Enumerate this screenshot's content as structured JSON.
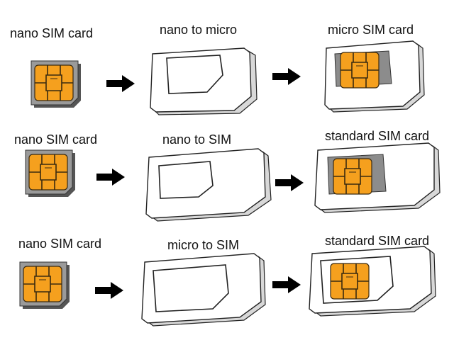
{
  "rows": [
    {
      "source_label": "nano SIM card",
      "adapter_label": "nano to micro",
      "result_label": "micro SIM card"
    },
    {
      "source_label": "nano SIM card",
      "adapter_label": "nano to SIM",
      "result_label": "standard SIM card"
    },
    {
      "source_label": "nano SIM card",
      "adapter_label": "micro to SIM",
      "result_label": "standard SIM card"
    }
  ],
  "colors": {
    "chip": "#f5a01e",
    "chip_contact_line": "#6b4a12",
    "card_fill": "#ffffff",
    "card_shadow": "#d8d8d8",
    "card_outline": "#222222",
    "sim_tray_gray": "#8c8c8c",
    "arrow": "#000000"
  },
  "icons": [
    "nano-sim-icon",
    "adapter-icon",
    "arrow-right-icon",
    "chip-icon"
  ]
}
